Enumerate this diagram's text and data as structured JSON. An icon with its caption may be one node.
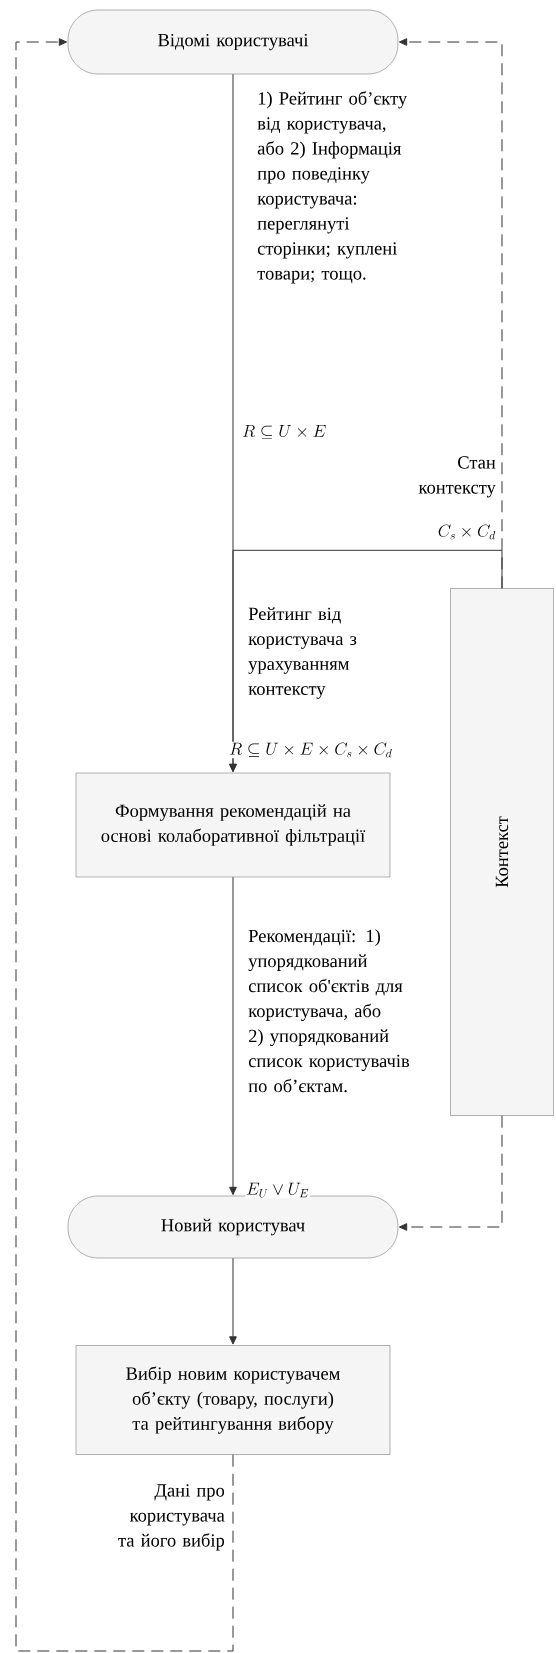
{
  "diagram": {
    "nodes": [
      {
        "text": [
          "Відомі користувачі"
        ]
      },
      {
        "text": [
          "Контекст"
        ]
      },
      {
        "text": [
          "Формування рекомендацій на основі колаборативної фільтрації"
        ]
      },
      {
        "text": [
          "Новий користувач"
        ]
      },
      {
        "text": [
          "Вибір новим користувачем об’єкту (товару, послуги) та рейтингування вибору"
        ]
      }
    ],
    "edges": [
      {
        "from": 0,
        "to": 2,
        "arrow": "to",
        "label": "1) Рейтинг об’єкту від користувача, або 2) Інформація про поведінку користувача: переглянуті сторінки; куплені товари; тощо."
      },
      {
        "from": 1,
        "to": 2,
        "arrow": "to"
      },
      {
        "from": 1,
        "to": 0,
        "arrow": "to",
        "style": "dashed"
      },
      {
        "from": 1,
        "to": 3,
        "arrow": "to",
        "style": "dashed"
      },
      {
        "from": 2,
        "to": 3,
        "arrow": "to",
        "label": "Рекомендації: 1) упорядкований список об'єктів для користувача, або 2) упорядкований список користувачів по об’єктам."
      },
      {
        "from": 3,
        "to": 4,
        "arrow": "to"
      },
      {
        "from": 4,
        "to": 0,
        "arrow": "to",
        "style": "dashed",
        "label": "Дані про користувача та його вибір"
      }
    ],
    "labels": [
      "R \\subseteq U \\times E",
      "Стан контексту",
      "C_s \\times C_d",
      "Рейтинг від користувача з урахуванням контексту",
      "R \\subseteq U \\times E \\times C_s \\times C_d",
      "E_U \\vee U_E"
    ]
  }
}
